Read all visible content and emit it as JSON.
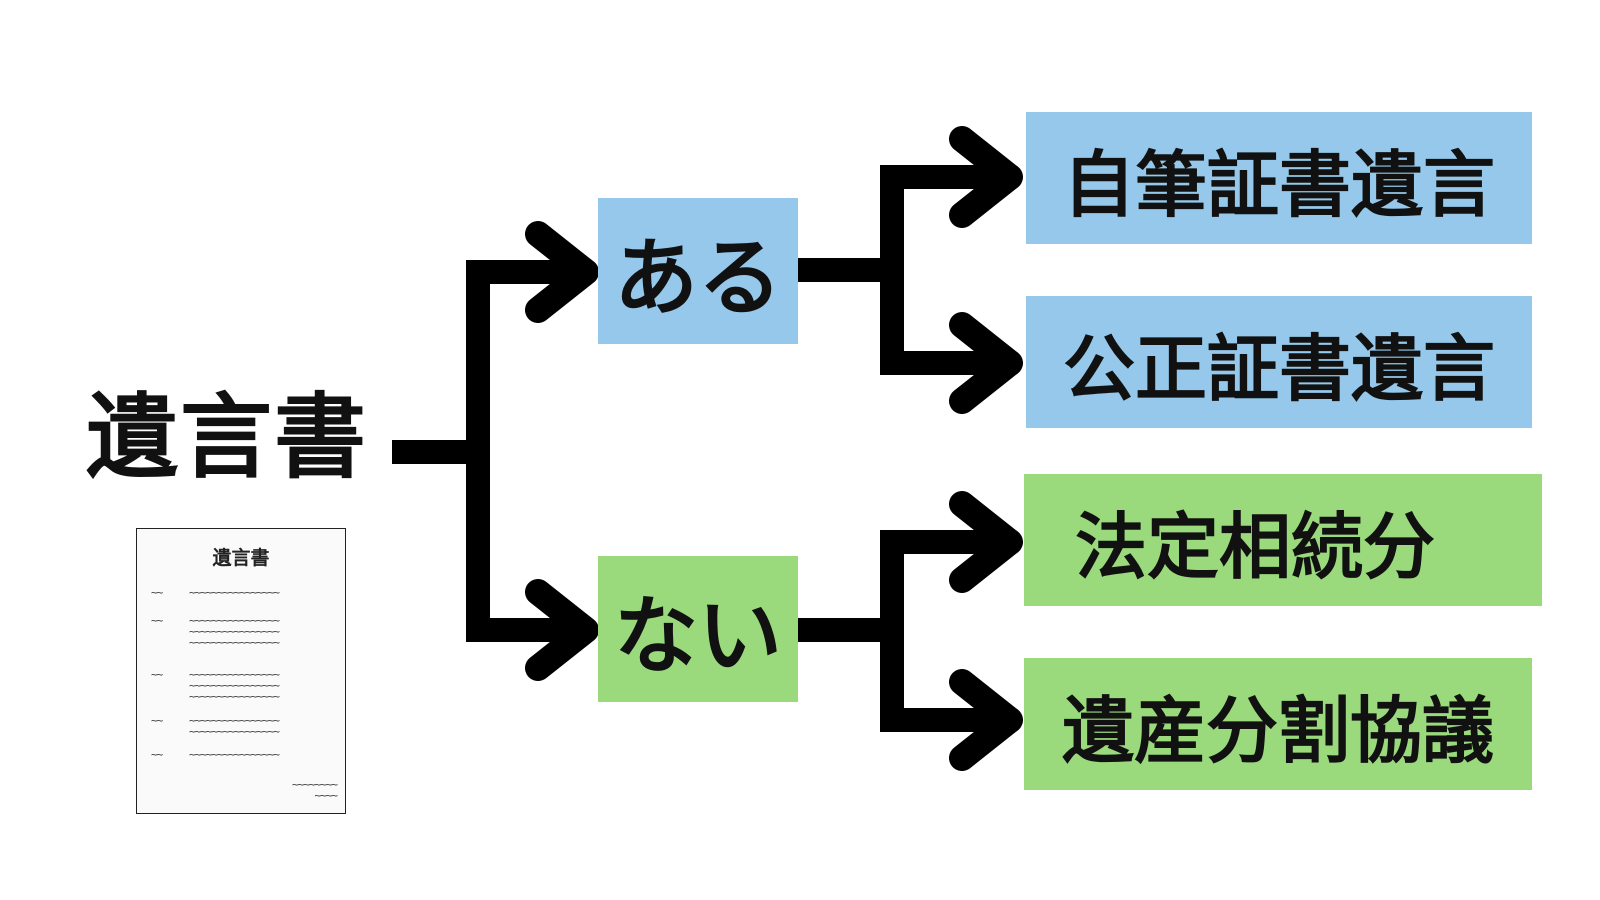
{
  "root": {
    "label": "遺言書"
  },
  "document_icon": {
    "title": "遺言書",
    "rows": [
      {
        "num": "~~",
        "lines": [
          "~~~~~~~~~~~~~~~~"
        ]
      },
      {
        "num": "~~",
        "lines": [
          "~~~~~~~~~~~~~~~~",
          "~~~~~~~~~~~~~~~~",
          "~~~~~~~~~~~~~~~~"
        ]
      },
      {
        "num": "~~",
        "lines": [
          "~~~~~~~~~~~~~~~~",
          "~~~~~~~~~~~~~~~~",
          "~~~~~~~~~~~~~~~~"
        ]
      },
      {
        "num": "~~",
        "lines": [
          "~~~~~~~~~~~~~~~~",
          "~~~~~~~~~~~~~~~~"
        ]
      },
      {
        "num": "~~",
        "lines": [
          "~~~~~~~~~~~~~~~~"
        ]
      }
    ],
    "signature": [
      "~~~~~~~~",
      "~~~~"
    ]
  },
  "branches": {
    "yes": {
      "label": "ある",
      "color": "#95c8ea",
      "outcomes": [
        "自筆証書遺言",
        "公正証書遺言"
      ]
    },
    "no": {
      "label": "ない",
      "color": "#9ad97c",
      "outcomes": [
        "法定相続分",
        "遺産分割協議"
      ]
    }
  },
  "colors": {
    "connector": "#000000",
    "blue_box": "#95c8ea",
    "green_box": "#9ad97c"
  }
}
